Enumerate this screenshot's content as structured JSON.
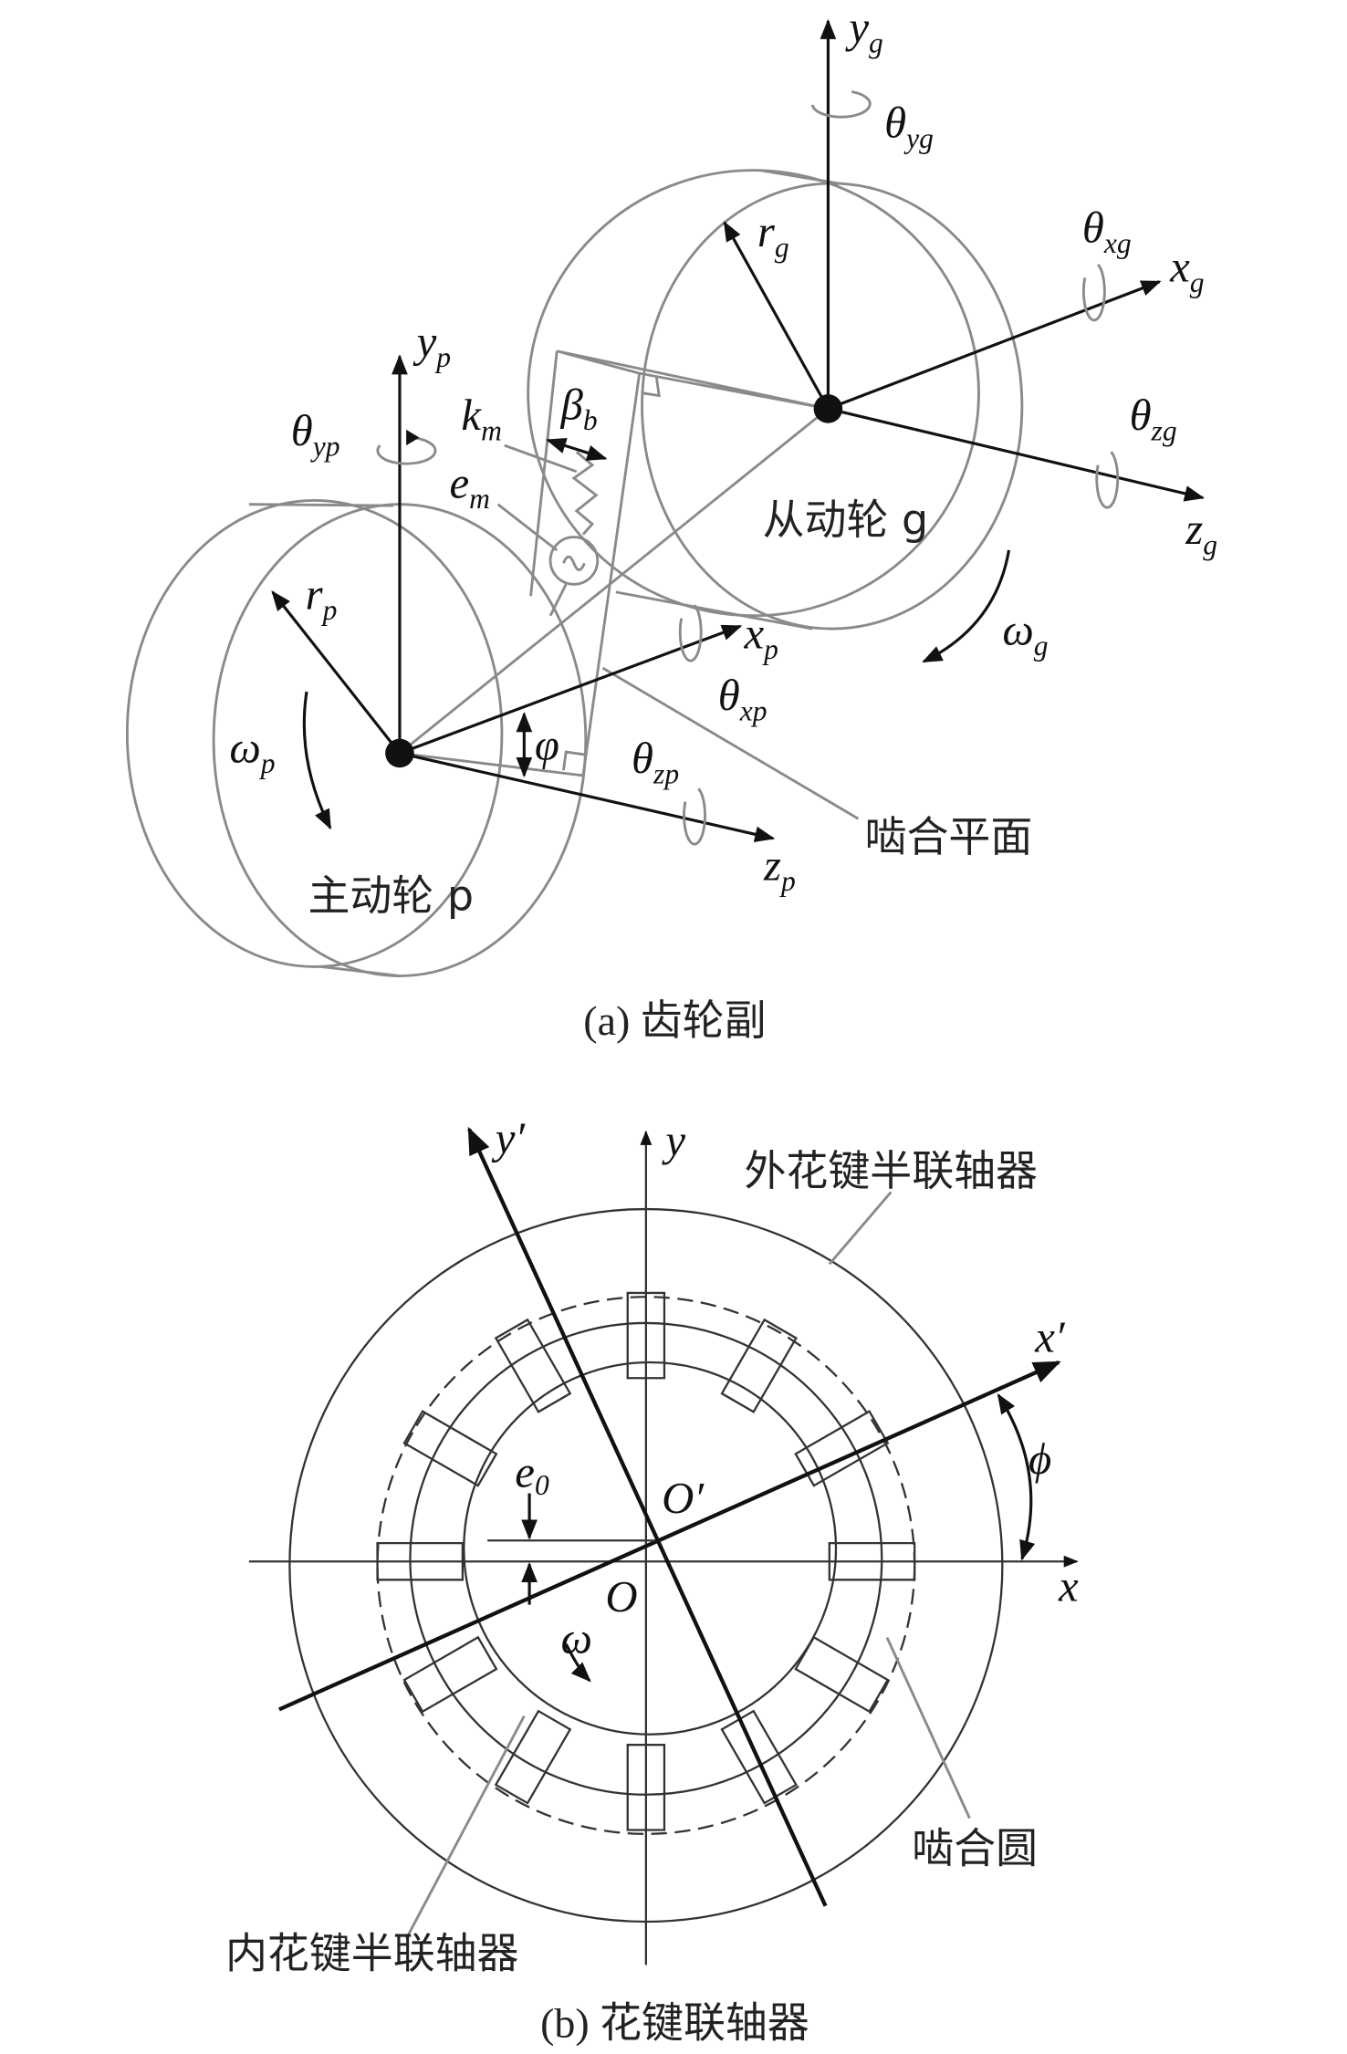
{
  "figure_a": {
    "caption": "(a) 齿轮副",
    "pinion_label": "主动轮 p",
    "gear_label": "从动轮 g",
    "mesh_plane_label": "啮合平面",
    "symbols": {
      "yg": "y",
      "yg_sub": "g",
      "theta_yg": "θ",
      "theta_yg_sub": "yg",
      "rg": "r",
      "rg_sub": "g",
      "theta_xg": "θ",
      "theta_xg_sub": "xg",
      "xg": "x",
      "xg_sub": "g",
      "theta_zg": "θ",
      "theta_zg_sub": "zg",
      "zg": "z",
      "zg_sub": "g",
      "omega_g": "ω",
      "omega_g_sub": "g",
      "yp": "y",
      "yp_sub": "p",
      "theta_yp": "θ",
      "theta_yp_sub": "yp",
      "km": "k",
      "km_sub": "m",
      "beta_b": "β",
      "beta_b_sub": "b",
      "em": "e",
      "em_sub": "m",
      "rp": "r",
      "rp_sub": "p",
      "omega_p": "ω",
      "omega_p_sub": "p",
      "xp": "x",
      "xp_sub": "p",
      "theta_xp": "θ",
      "theta_xp_sub": "xp",
      "phi": "φ",
      "theta_zp": "θ",
      "theta_zp_sub": "zp",
      "zp": "z",
      "zp_sub": "p"
    }
  },
  "figure_b": {
    "caption": "(b) 花键联轴器",
    "outer_label": "外花键半联轴器",
    "inner_label": "内花键半联轴器",
    "mesh_circle_label": "啮合圆",
    "symbols": {
      "y_prime": "y′",
      "y": "y",
      "x_prime": "x′",
      "x": "x",
      "phi": "ϕ",
      "e0": "e",
      "e0_sub": "0",
      "O_prime": "O′",
      "O": "O",
      "omega": "ω"
    }
  }
}
